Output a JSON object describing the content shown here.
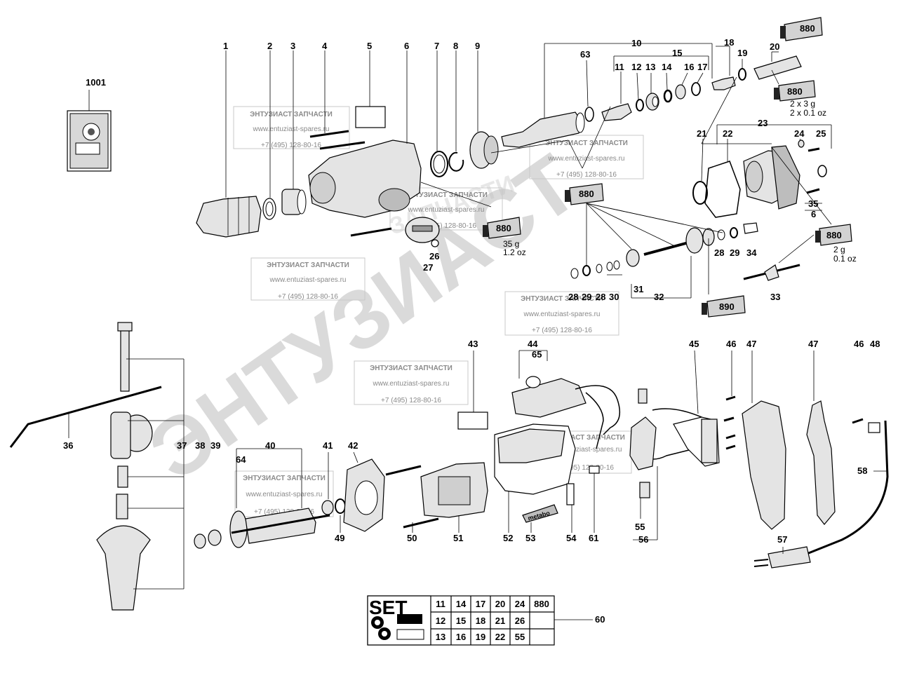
{
  "watermark": {
    "big_text": "ЭНТУЗИАСТ",
    "ghost_text": "ЗАПЧАСТИ",
    "box_title": "ЭНТУЗИАСТ ЗАПЧАСТИ",
    "box_url": "www.entuziast-spares.ru",
    "box_phone": "+7 (495) 128-80-16"
  },
  "labels": {
    "1": "1",
    "2": "2",
    "3": "3",
    "4": "4",
    "5": "5",
    "6": "6",
    "7": "7",
    "8": "8",
    "9": "9",
    "10": "10",
    "11": "11",
    "12": "12",
    "13": "13",
    "14": "14",
    "15": "15",
    "16": "16",
    "17": "17",
    "18": "18",
    "19": "19",
    "20": "20",
    "21": "21",
    "22": "22",
    "23": "23",
    "24": "24",
    "25": "25",
    "26": "26",
    "27": "27",
    "28": "28",
    "29": "29",
    "30": "30",
    "31": "31",
    "32": "32",
    "33": "33",
    "34": "34",
    "35": "35",
    "36": "36",
    "37": "37",
    "38": "38",
    "39": "39",
    "40": "40",
    "41": "41",
    "42": "42",
    "43": "43",
    "44": "44",
    "45": "45",
    "46": "46",
    "47": "47",
    "48": "48",
    "49": "49",
    "50": "50",
    "51": "51",
    "52": "52",
    "53": "53",
    "54": "54",
    "55": "55",
    "56": "56",
    "57": "57",
    "58": "58",
    "60": "60",
    "61": "61",
    "63": "63",
    "64": "64",
    "65": "65",
    "1001": "1001"
  },
  "lubricants": {
    "t880a": "880",
    "t880b": "880",
    "t880c": "880",
    "t880d": "880",
    "t880e": "880",
    "t890": "890"
  },
  "notes": {
    "q1": "2 x 3 g",
    "q2": "2 x 0.1 oz",
    "q3": "35 g",
    "q4": "1.2 oz",
    "q5": "2 g",
    "q6": "0.1 oz"
  },
  "brand_plate": "metabo",
  "set_table": {
    "title": "SET",
    "rows": [
      [
        "11",
        "14",
        "17",
        "20",
        "24",
        "880"
      ],
      [
        "12",
        "15",
        "18",
        "21",
        "26",
        ""
      ],
      [
        "13",
        "16",
        "19",
        "22",
        "55",
        ""
      ]
    ],
    "ref": "60"
  }
}
